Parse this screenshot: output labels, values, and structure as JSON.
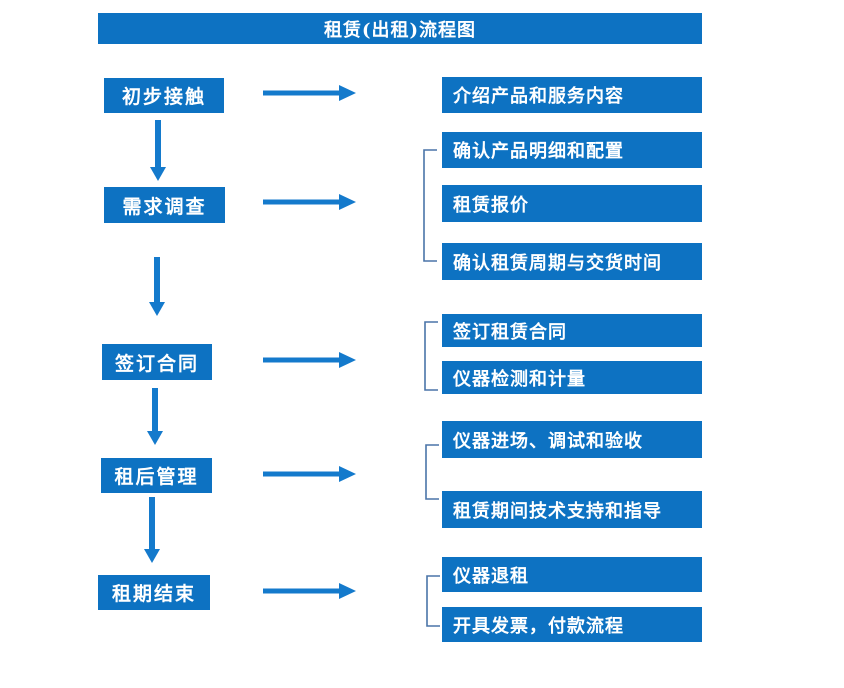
{
  "title": "租赁(出租)流程图",
  "colors": {
    "box_blue": "#0d72c2",
    "arrow_blue": "#147acc",
    "bracket_blue": "#4a74a8",
    "text_white": "#ffffff",
    "background": "#ffffff"
  },
  "steps": [
    {
      "label": "初步接触",
      "details": [
        "介绍产品和服务内容"
      ]
    },
    {
      "label": "需求调查",
      "details": [
        "确认产品明细和配置",
        "租赁报价",
        "确认租赁周期与交货时间"
      ]
    },
    {
      "label": "签订合同",
      "details": [
        "签订租赁合同",
        "仪器检测和计量"
      ]
    },
    {
      "label": "租后管理",
      "details": [
        "仪器进场、调试和验收",
        "租赁期间技术支持和指导"
      ]
    },
    {
      "label": "租期结束",
      "details": [
        "仪器退租",
        "开具发票，付款流程"
      ]
    }
  ]
}
